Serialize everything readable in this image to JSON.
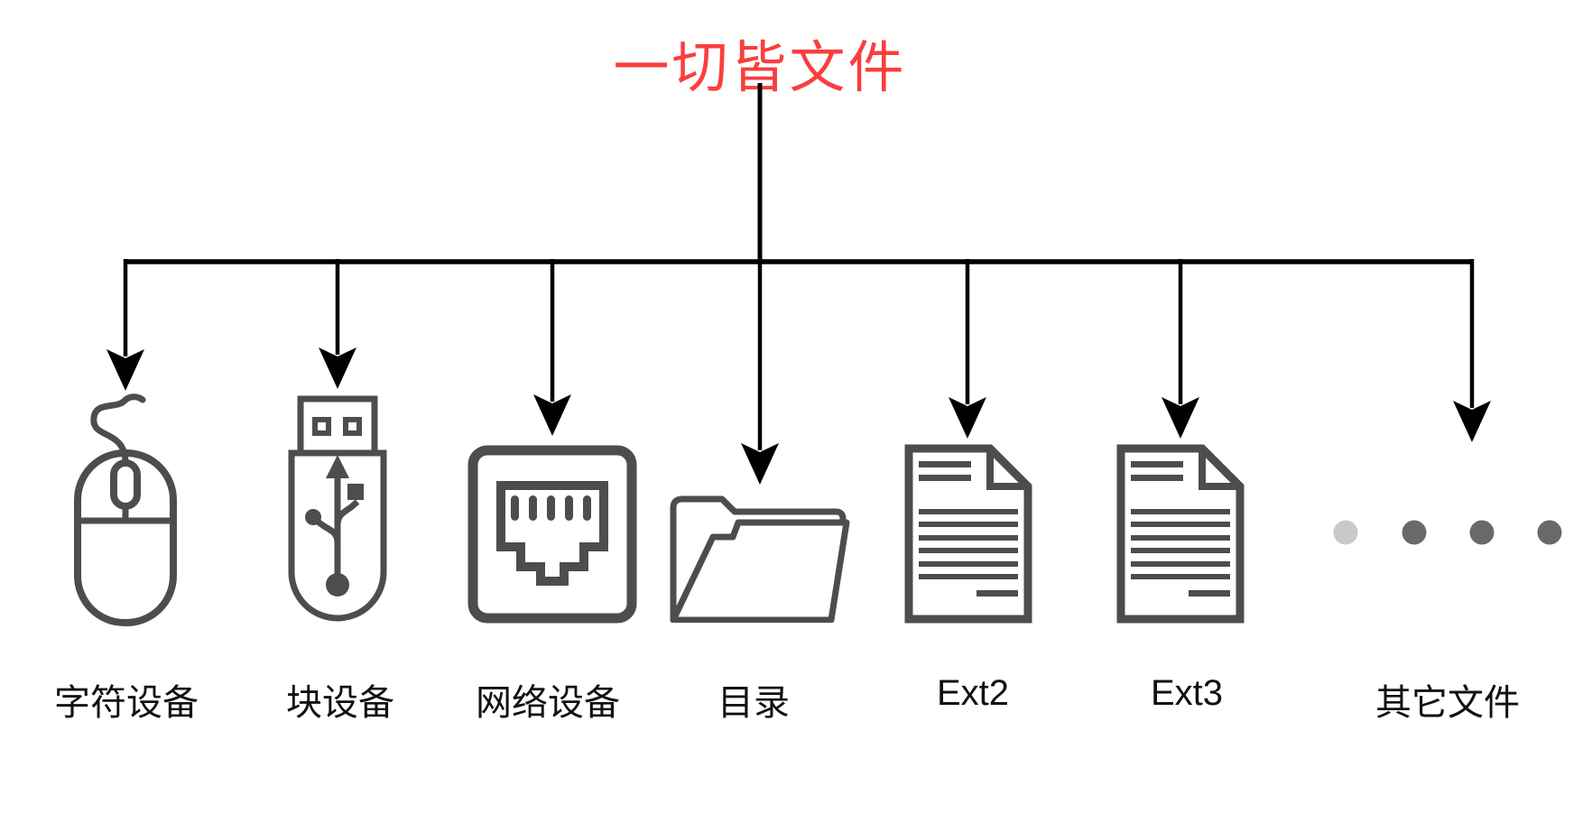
{
  "diagram": {
    "title": "一切皆文件",
    "nodes": [
      {
        "label": "字符设备",
        "icon": "mouse-icon"
      },
      {
        "label": "块设备",
        "icon": "usb-flash-drive-icon"
      },
      {
        "label": "网络设备",
        "icon": "ethernet-port-icon"
      },
      {
        "label": "目录",
        "icon": "open-folder-icon"
      },
      {
        "label": "Ext2",
        "icon": "text-document-icon"
      },
      {
        "label": "Ext3",
        "icon": "text-document-icon"
      },
      {
        "label": "其它文件",
        "icon": "ellipsis-dots-icon"
      }
    ],
    "colors": {
      "title_text": "#fa3e3e",
      "connector": "#000000",
      "icon_stroke": "#4d4d4d",
      "label_text": "#111111",
      "dot_light": "#c9c9c9",
      "dot_dark": "#696969",
      "background": "#ffffff"
    }
  }
}
